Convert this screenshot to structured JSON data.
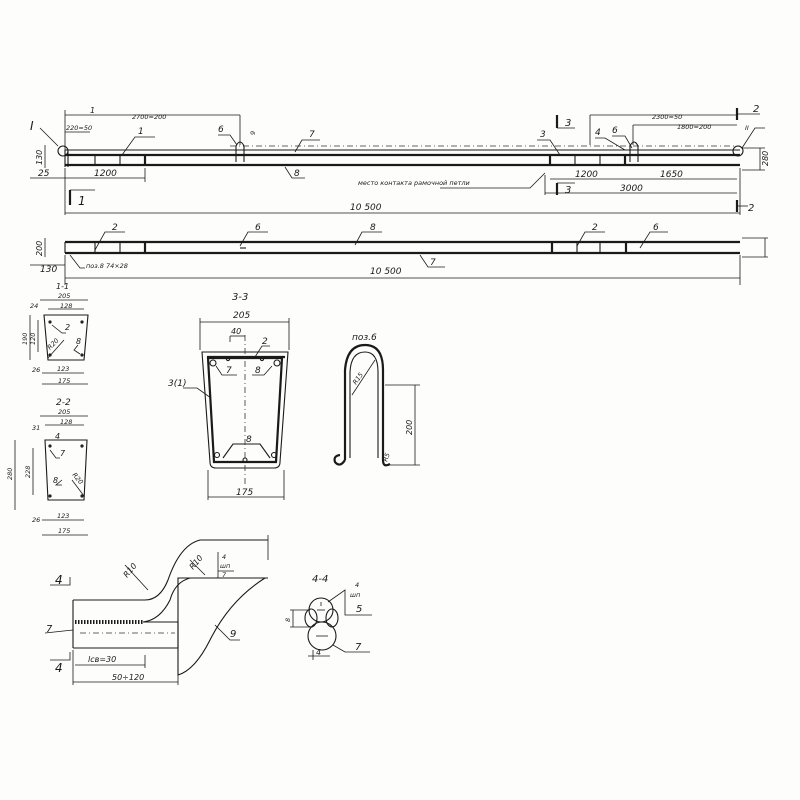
{
  "elevation": {
    "section_I": "I",
    "dim_top_left": "2700=200",
    "dim_small": "220=50",
    "mark_1": "1",
    "dim_1200_left": "1200",
    "dim_25": "25",
    "dim_130_height": "130",
    "callout_1": "1",
    "callout_6_left": "6",
    "callout_7": "7",
    "callout_8": "8",
    "callout_9": "9",
    "callout_3": "3",
    "callout_4": "4",
    "callout_6_right": "6",
    "note": "место контакта рамочной петли",
    "section_3_top": "3",
    "section_3_bottom": "3",
    "dim_2300": "2300=50",
    "dim_1800": "1800=200",
    "section_2_top": "2",
    "section_2_bottom": "2",
    "dim_280": "280",
    "dim_1200_right": "1200",
    "dim_1650": "1650",
    "dim_3000": "3000",
    "section_1_mark": "1",
    "total_length": "10 500",
    "node_II": "II"
  },
  "plan": {
    "callout_2_left": "2",
    "callout_6": "6",
    "callout_8": "8",
    "callout_2_right": "2",
    "callout_6_right": "6",
    "callout_7": "7",
    "dim_200": "200",
    "dim_130": "130",
    "bar_note": "поз.8 74×28",
    "total_length": "10 500"
  },
  "section_1_1": {
    "title": "1-1",
    "top": "205",
    "inner": "128",
    "edge": "24",
    "height": "190",
    "inner_h": "120",
    "callout_2": "2",
    "callout_8": "8",
    "radius": "R20",
    "bottom_edge": "26",
    "bottom_inner": "123",
    "bottom": "175"
  },
  "section_2_2": {
    "title": "2-2",
    "top": "205",
    "inner": "128",
    "edge": "31",
    "height": "280",
    "inner_h": "228",
    "callout_4": "4",
    "callout_7": "7",
    "callout_8": "8",
    "radius": "R20",
    "bottom_edge": "26",
    "bottom_inner": "123",
    "bottom": "175"
  },
  "section_3_3": {
    "title": "3-3",
    "top": "205",
    "offset": "40",
    "callout_2": "2",
    "callout_7": "7",
    "callout_8_top": "8",
    "callout_3": "3(1)",
    "callout_8_bottom": "8",
    "bottom": "175"
  },
  "pos6": {
    "title": "поз.6",
    "height": "200",
    "radius_top": "R15",
    "radius_hook": "R5"
  },
  "detail": {
    "section_4_top": "4",
    "section_4_bottom": "4",
    "radius_1": "R10",
    "radius_2": "R10",
    "weld_num": "4",
    "weld_sym": "шп",
    "weld_side": "7",
    "callout_7": "7",
    "callout_9": "9",
    "weld_length": "lсв=30",
    "dim_total": "50÷120"
  },
  "section_4_4": {
    "title": "4-4",
    "weld_num": "4",
    "weld_sym": "шп",
    "callout_5": "5",
    "callout_7": "7",
    "dim_8": "8",
    "dim_4": "4"
  }
}
